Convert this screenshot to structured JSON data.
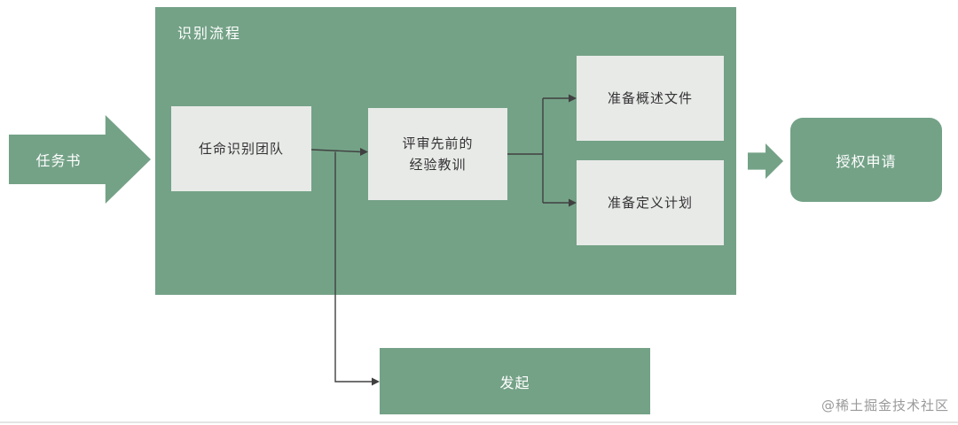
{
  "page": {
    "watermark": "@稀土掘金技术社区"
  },
  "diagram": {
    "container_title": "识别流程",
    "input": {
      "label": "任务书"
    },
    "appoint_team": {
      "label": "任命识别团队"
    },
    "review_lessons": {
      "line1": "评审先前的",
      "line2": "经验教训"
    },
    "prepare_overview": {
      "label": "准备概述文件"
    },
    "prepare_definition": {
      "label": "准备定义计划"
    },
    "authorization": {
      "label": "授权申请"
    },
    "initiate": {
      "label": "发起"
    },
    "colors": {
      "green": "#74a287",
      "node_fill": "#e8eae8",
      "connector": "#404040",
      "node_text": "#333333",
      "watermark": "#9a9a9a"
    }
  }
}
